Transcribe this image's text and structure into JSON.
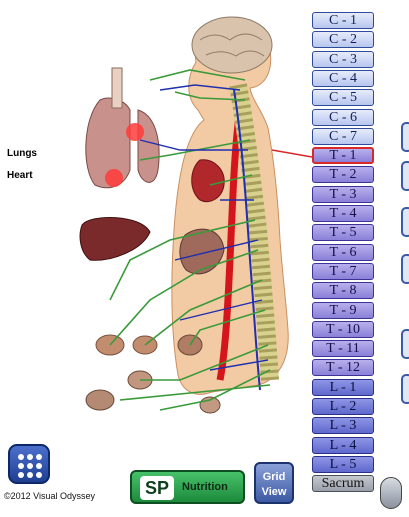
{
  "labels": {
    "lungs": "Lungs",
    "heart": "Heart"
  },
  "vertebrae": [
    {
      "label": "C - 1",
      "group": "cervical"
    },
    {
      "label": "C - 2",
      "group": "cervical"
    },
    {
      "label": "C - 3",
      "group": "cervical"
    },
    {
      "label": "C - 4",
      "group": "cervical"
    },
    {
      "label": "C - 5",
      "group": "cervical"
    },
    {
      "label": "C - 6",
      "group": "cervical"
    },
    {
      "label": "C - 7",
      "group": "cervical"
    },
    {
      "label": "T - 1",
      "group": "thoracic",
      "selected": true
    },
    {
      "label": "T - 2",
      "group": "thoracic"
    },
    {
      "label": "T - 3",
      "group": "thoracic"
    },
    {
      "label": "T - 4",
      "group": "thoracic"
    },
    {
      "label": "T - 5",
      "group": "thoracic"
    },
    {
      "label": "T - 6",
      "group": "thoracic"
    },
    {
      "label": "T - 7",
      "group": "thoracic"
    },
    {
      "label": "T - 8",
      "group": "thoracic"
    },
    {
      "label": "T - 9",
      "group": "thoracic"
    },
    {
      "label": "T - 10",
      "group": "thoracic"
    },
    {
      "label": "T - 11",
      "group": "thoracic"
    },
    {
      "label": "T - 12",
      "group": "thoracic"
    },
    {
      "label": "L - 1",
      "group": "lumbar"
    },
    {
      "label": "L - 2",
      "group": "lumbar"
    },
    {
      "label": "L - 3",
      "group": "lumbar"
    },
    {
      "label": "L - 4",
      "group": "lumbar"
    },
    {
      "label": "L - 5",
      "group": "lumbar"
    },
    {
      "label": "Sacrum",
      "group": "sacral"
    }
  ],
  "footer": {
    "copyright": "©2012 Visual Odyssey",
    "nutrition_label": "Nutrition",
    "nutrition_logo": "SP",
    "gridview_line1": "Grid",
    "gridview_line2": "View"
  },
  "colors": {
    "nerve_green": "#3a9a3a",
    "nerve_blue": "#1f2fb0",
    "artery_red": "#d4161c",
    "selection_red": "#d8282a"
  }
}
